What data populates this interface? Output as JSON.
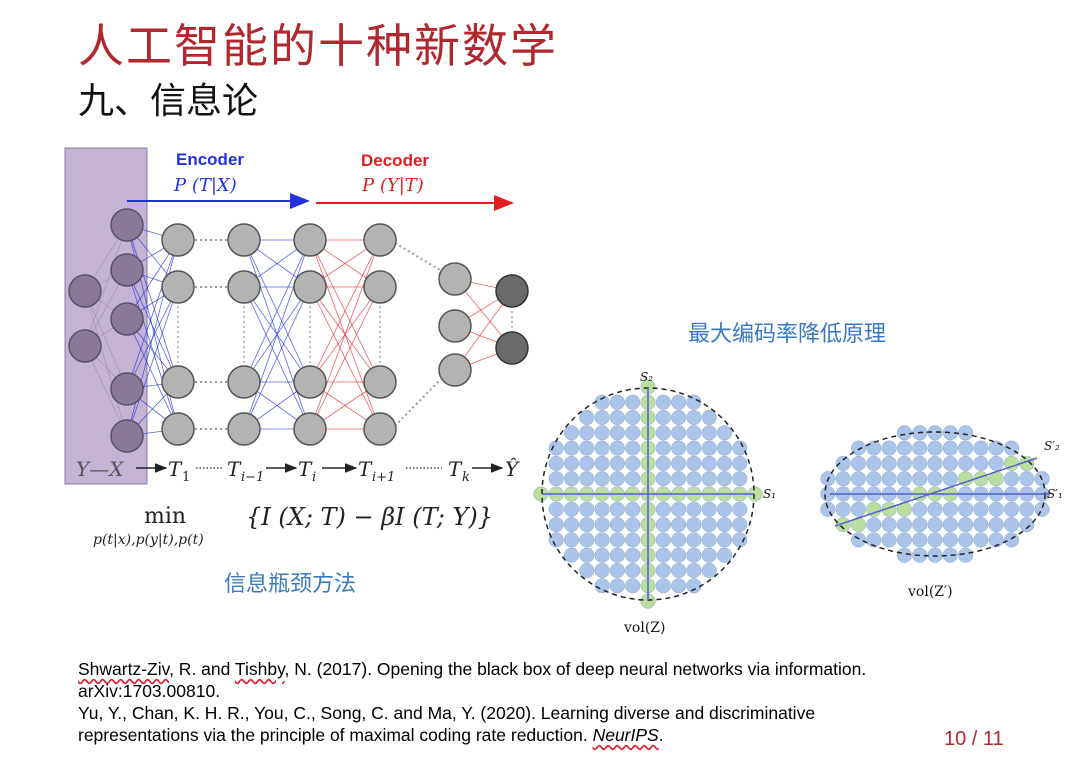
{
  "slide": {
    "title": "人工智能的十种新数学",
    "subtitle": "九、信息论",
    "page_number": "10 / 11"
  },
  "left_figure": {
    "encoder_label": "Encoder",
    "encoder_formula": "P (T|X)",
    "decoder_label": "Decoder",
    "decoder_formula": "P (Y|T)",
    "chain": [
      "Y—X",
      "T",
      "1",
      "T",
      "i−1",
      "T",
      "i",
      "T",
      "i+1",
      "T",
      "k",
      "Ŷ"
    ],
    "objective_min": "min",
    "objective_sub": "p(t|x),p(y|t),p(t)",
    "objective_body": "{I (X; T) − βI (T; Y)}",
    "caption": "信息瓶颈方法",
    "colors": {
      "encoder": "#2233dd",
      "decoder": "#e02020",
      "box": "#c5b3d6"
    }
  },
  "right_figure": {
    "caption": "最大编码率降低原理",
    "circle_axis_s1": "S₁",
    "circle_axis_s2": "S₂",
    "circle_volume": "vol(Z)",
    "ellipse_axis_s1": "S′₁",
    "ellipse_axis_s2": "S′₂",
    "ellipse_volume": "vol(Z′)",
    "colors": {
      "dot": "#aac4ea",
      "highlight": "#b9df9f",
      "axis": "#5560c8"
    }
  },
  "references": {
    "ref1_author1": "Shwartz-Ziv",
    "ref1_mid": ", R. and ",
    "ref1_author2": "Tishby",
    "ref1_rest": ", N. (2017). Opening the black box of deep neural networks via information.",
    "ref1_line2": "arXiv:1703.00810.",
    "ref2_line1": "Yu, Y., Chan, K. H. R., You, C., Song, C. and Ma, Y. (2020). Learning diverse and discriminative",
    "ref2_line2": "representations via the principle of maximal coding rate reduction. ",
    "ref2_venue": "NeurIPS",
    "ref2_end": "."
  }
}
